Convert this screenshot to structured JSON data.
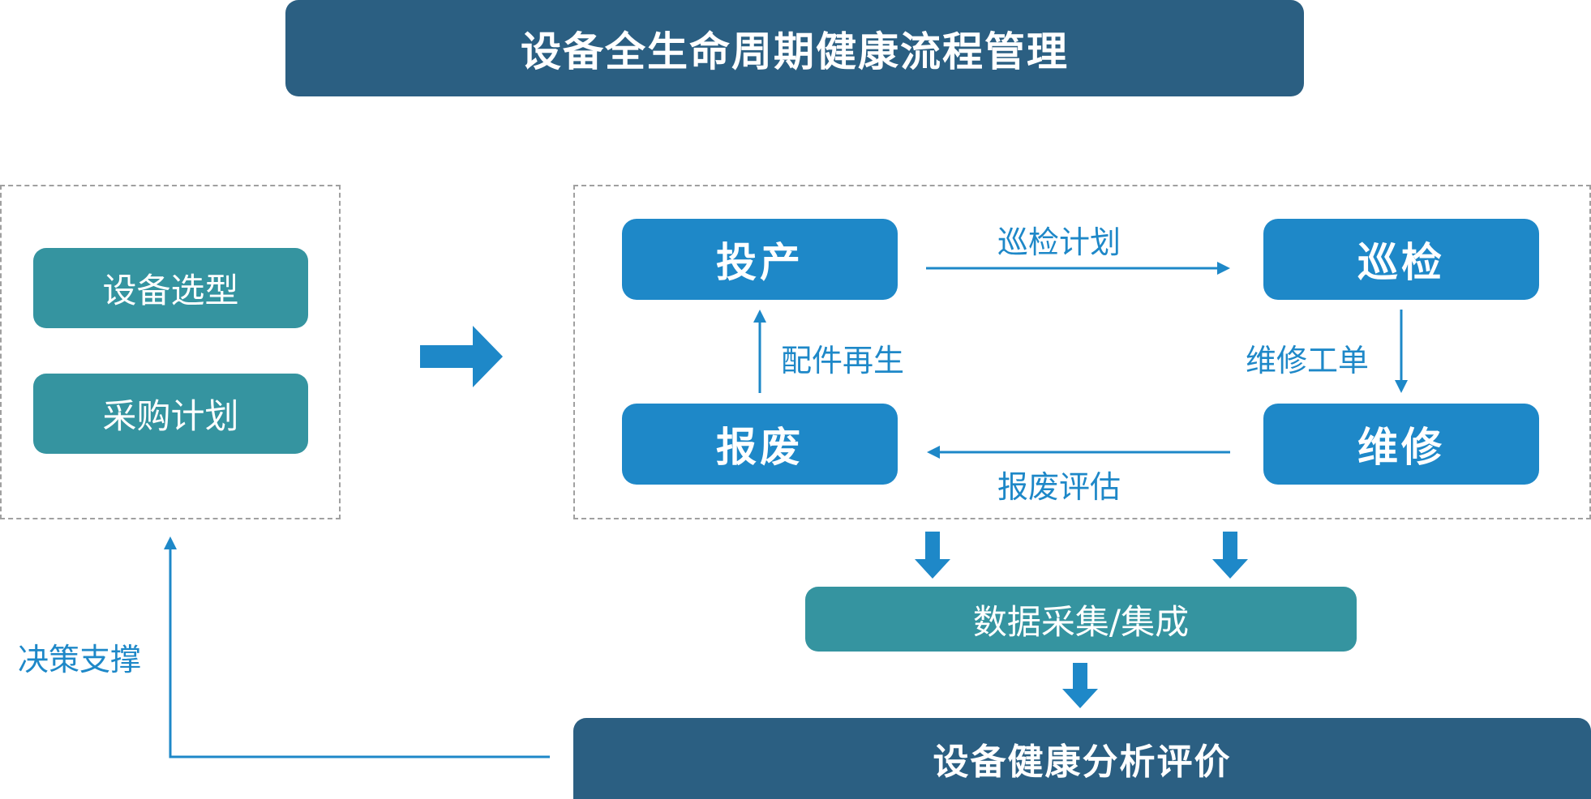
{
  "title": "设备全生命周期健康流程管理",
  "left_panel": {
    "items": [
      "设备选型",
      "采购计划"
    ]
  },
  "cycle": {
    "nodes": {
      "commission": "投产",
      "inspection": "巡检",
      "scrap": "报废",
      "repair": "维修"
    },
    "edges": {
      "inspection_plan": "巡检计划",
      "repair_order": "维修工单",
      "scrap_evaluation": "报废评估",
      "parts_regeneration": "配件再生"
    }
  },
  "data_box": "数据采集/集成",
  "analysis_bar": "设备健康分析评价",
  "feedback_label": "决策支撑",
  "colors": {
    "dark_blue": "#2b5f82",
    "node_blue": "#1e88c8",
    "teal": "#3594a0",
    "dashed_border": "#a0a0a0"
  }
}
